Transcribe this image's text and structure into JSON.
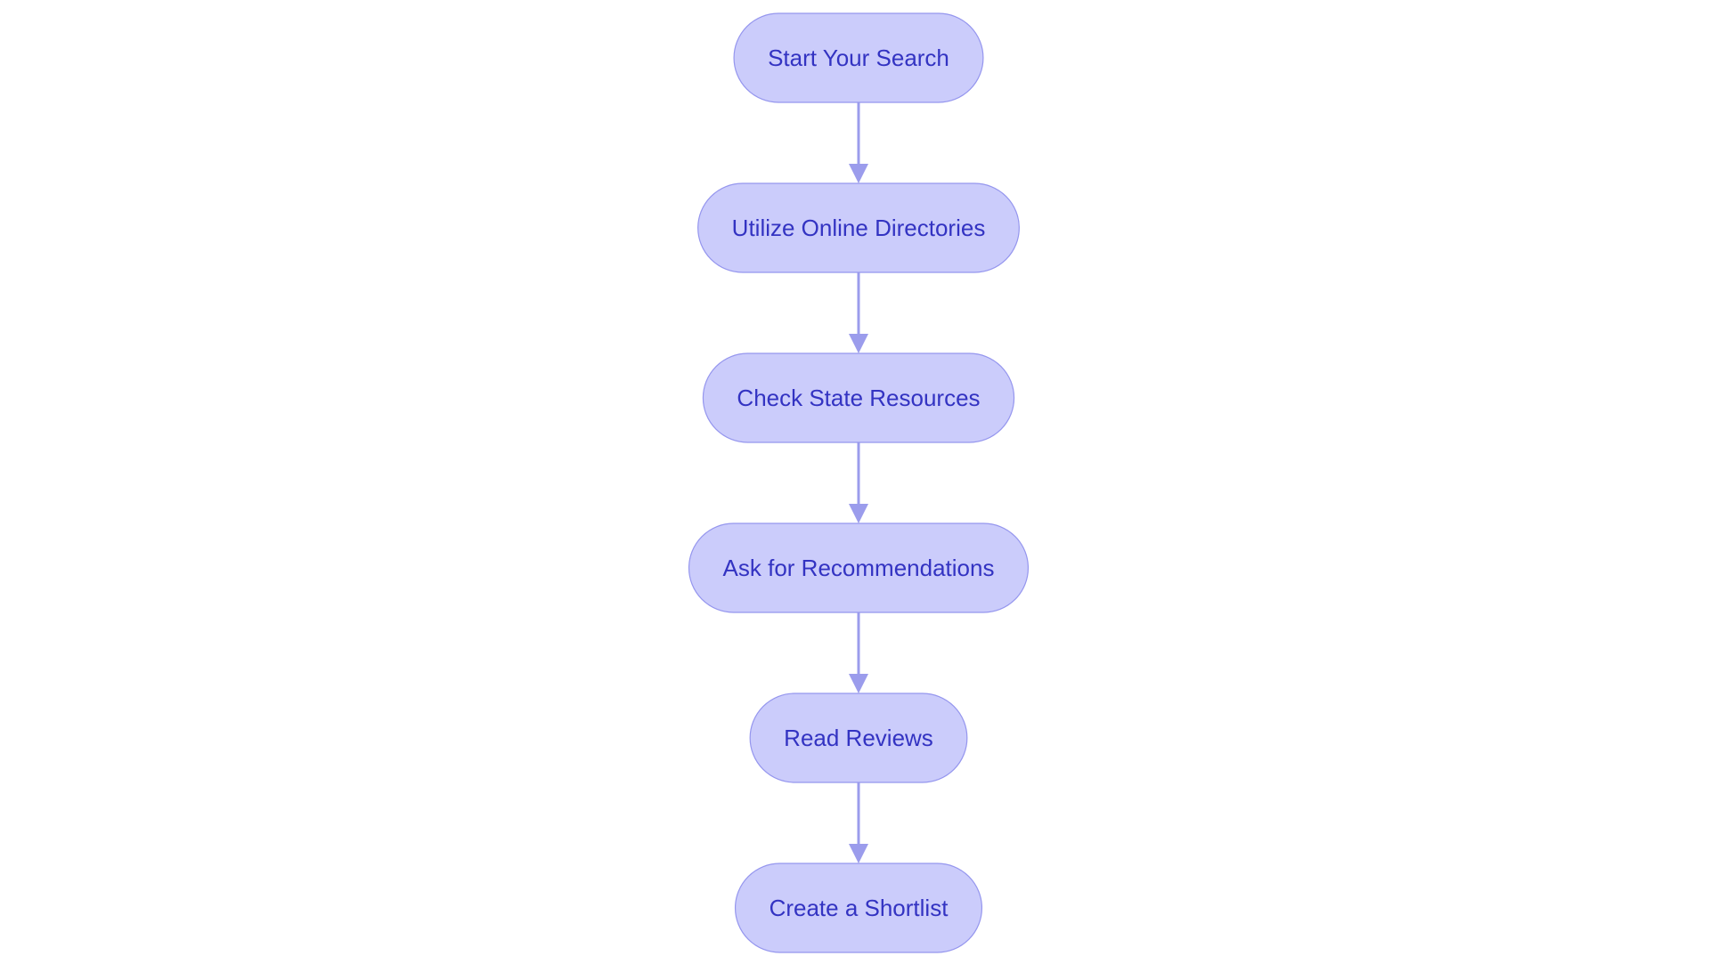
{
  "diagram": {
    "type": "flowchart",
    "direction": "top-to-bottom",
    "colors": {
      "background": "#ffffff",
      "node_fill": "#cbccfb",
      "node_border": "#9596ee",
      "node_text": "#3333c2",
      "edge": "#9b9cec"
    },
    "nodes": [
      {
        "id": "n1",
        "label": "Start Your Search"
      },
      {
        "id": "n2",
        "label": "Utilize Online Directories"
      },
      {
        "id": "n3",
        "label": "Check State Resources"
      },
      {
        "id": "n4",
        "label": "Ask for Recommendations"
      },
      {
        "id": "n5",
        "label": "Read Reviews"
      },
      {
        "id": "n6",
        "label": "Create a Shortlist"
      }
    ],
    "edges": [
      {
        "from": "n1",
        "to": "n2"
      },
      {
        "from": "n2",
        "to": "n3"
      },
      {
        "from": "n3",
        "to": "n4"
      },
      {
        "from": "n4",
        "to": "n5"
      },
      {
        "from": "n5",
        "to": "n6"
      }
    ]
  }
}
